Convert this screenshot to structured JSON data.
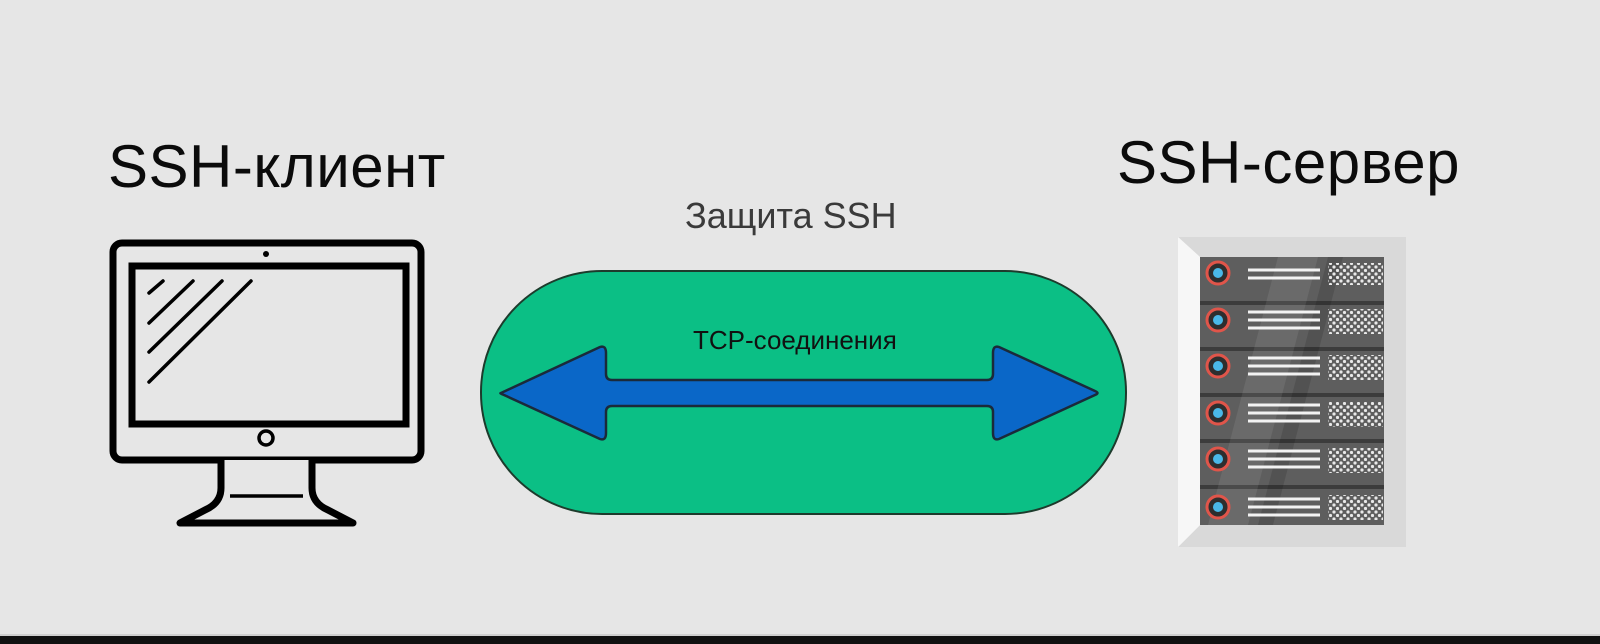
{
  "diagram": {
    "client": {
      "title": "SSH-клиент",
      "icon": "monitor-icon"
    },
    "server": {
      "title": "SSH-сервер",
      "icon": "server-rack-icon",
      "rack_units": 6
    },
    "tunnel": {
      "title": "Защита SSH",
      "connection_label": "TCP-соединения",
      "icon": "double-arrow-icon",
      "fill_color": "#0bbf85",
      "arrow_color": "#0a67c8"
    }
  },
  "colors": {
    "background": "#e6e6e6",
    "text": "#0b0b0b",
    "subtitle_text": "#3a3a3a",
    "server_body": "#5a5a5a",
    "server_led": "#4ab8e8",
    "server_led_ring": "#e0554a"
  }
}
